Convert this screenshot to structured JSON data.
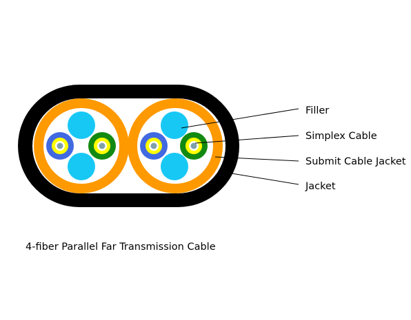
{
  "labels": {
    "filler": "Filler",
    "simplex_cable": "Simplex Cable",
    "submit_cable_jacket": "Submit Cable Jacket",
    "jacket": "Jacket"
  },
  "caption": "4-fiber Parallel Far Transmission Cable",
  "colors": {
    "jacket": "#000000",
    "inner_gap": "#ffffff",
    "sub_jacket": "#ff9900",
    "filler": "#18c8f4",
    "simplex_blue_ring": "#4169e1",
    "simplex_green_ring": "#128a12",
    "fiber_yellow": "#ffff00",
    "fiber_core": "#7fa0a8"
  }
}
